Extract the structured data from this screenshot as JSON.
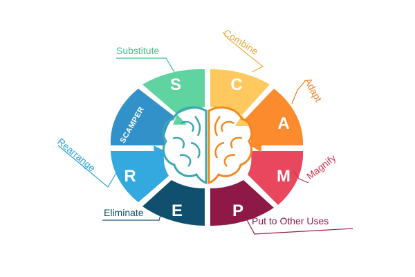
{
  "diagram": {
    "center_label": "SCAMPER",
    "brain_colors": {
      "left": "#3aa7b3",
      "right": "#ef8a1f"
    },
    "segments": [
      {
        "letter": "S",
        "label": "Substitute",
        "color": "#5fd3a0",
        "label_color": "#3ec28a"
      },
      {
        "letter": "C",
        "label": "Combine",
        "color": "#ffc960",
        "label_color": "#f2a737"
      },
      {
        "letter": "A",
        "label": "Adapt",
        "color": "#fb8b2c",
        "label_color": "#ef7d1a"
      },
      {
        "letter": "M",
        "label": "Magnify",
        "color": "#e8475e",
        "label_color": "#d8344c"
      },
      {
        "letter": "P",
        "label": "Put to Other Uses",
        "color": "#8e1947",
        "label_color": "#8e1947"
      },
      {
        "letter": "E",
        "label": "Eliminate",
        "color": "#114f6f",
        "label_color": "#114f6f"
      },
      {
        "letter": "R",
        "label": "Rearrange",
        "color": "#33a9df",
        "label_color": "#2aa1d6"
      }
    ],
    "center_segment_color": "#3391c9"
  }
}
